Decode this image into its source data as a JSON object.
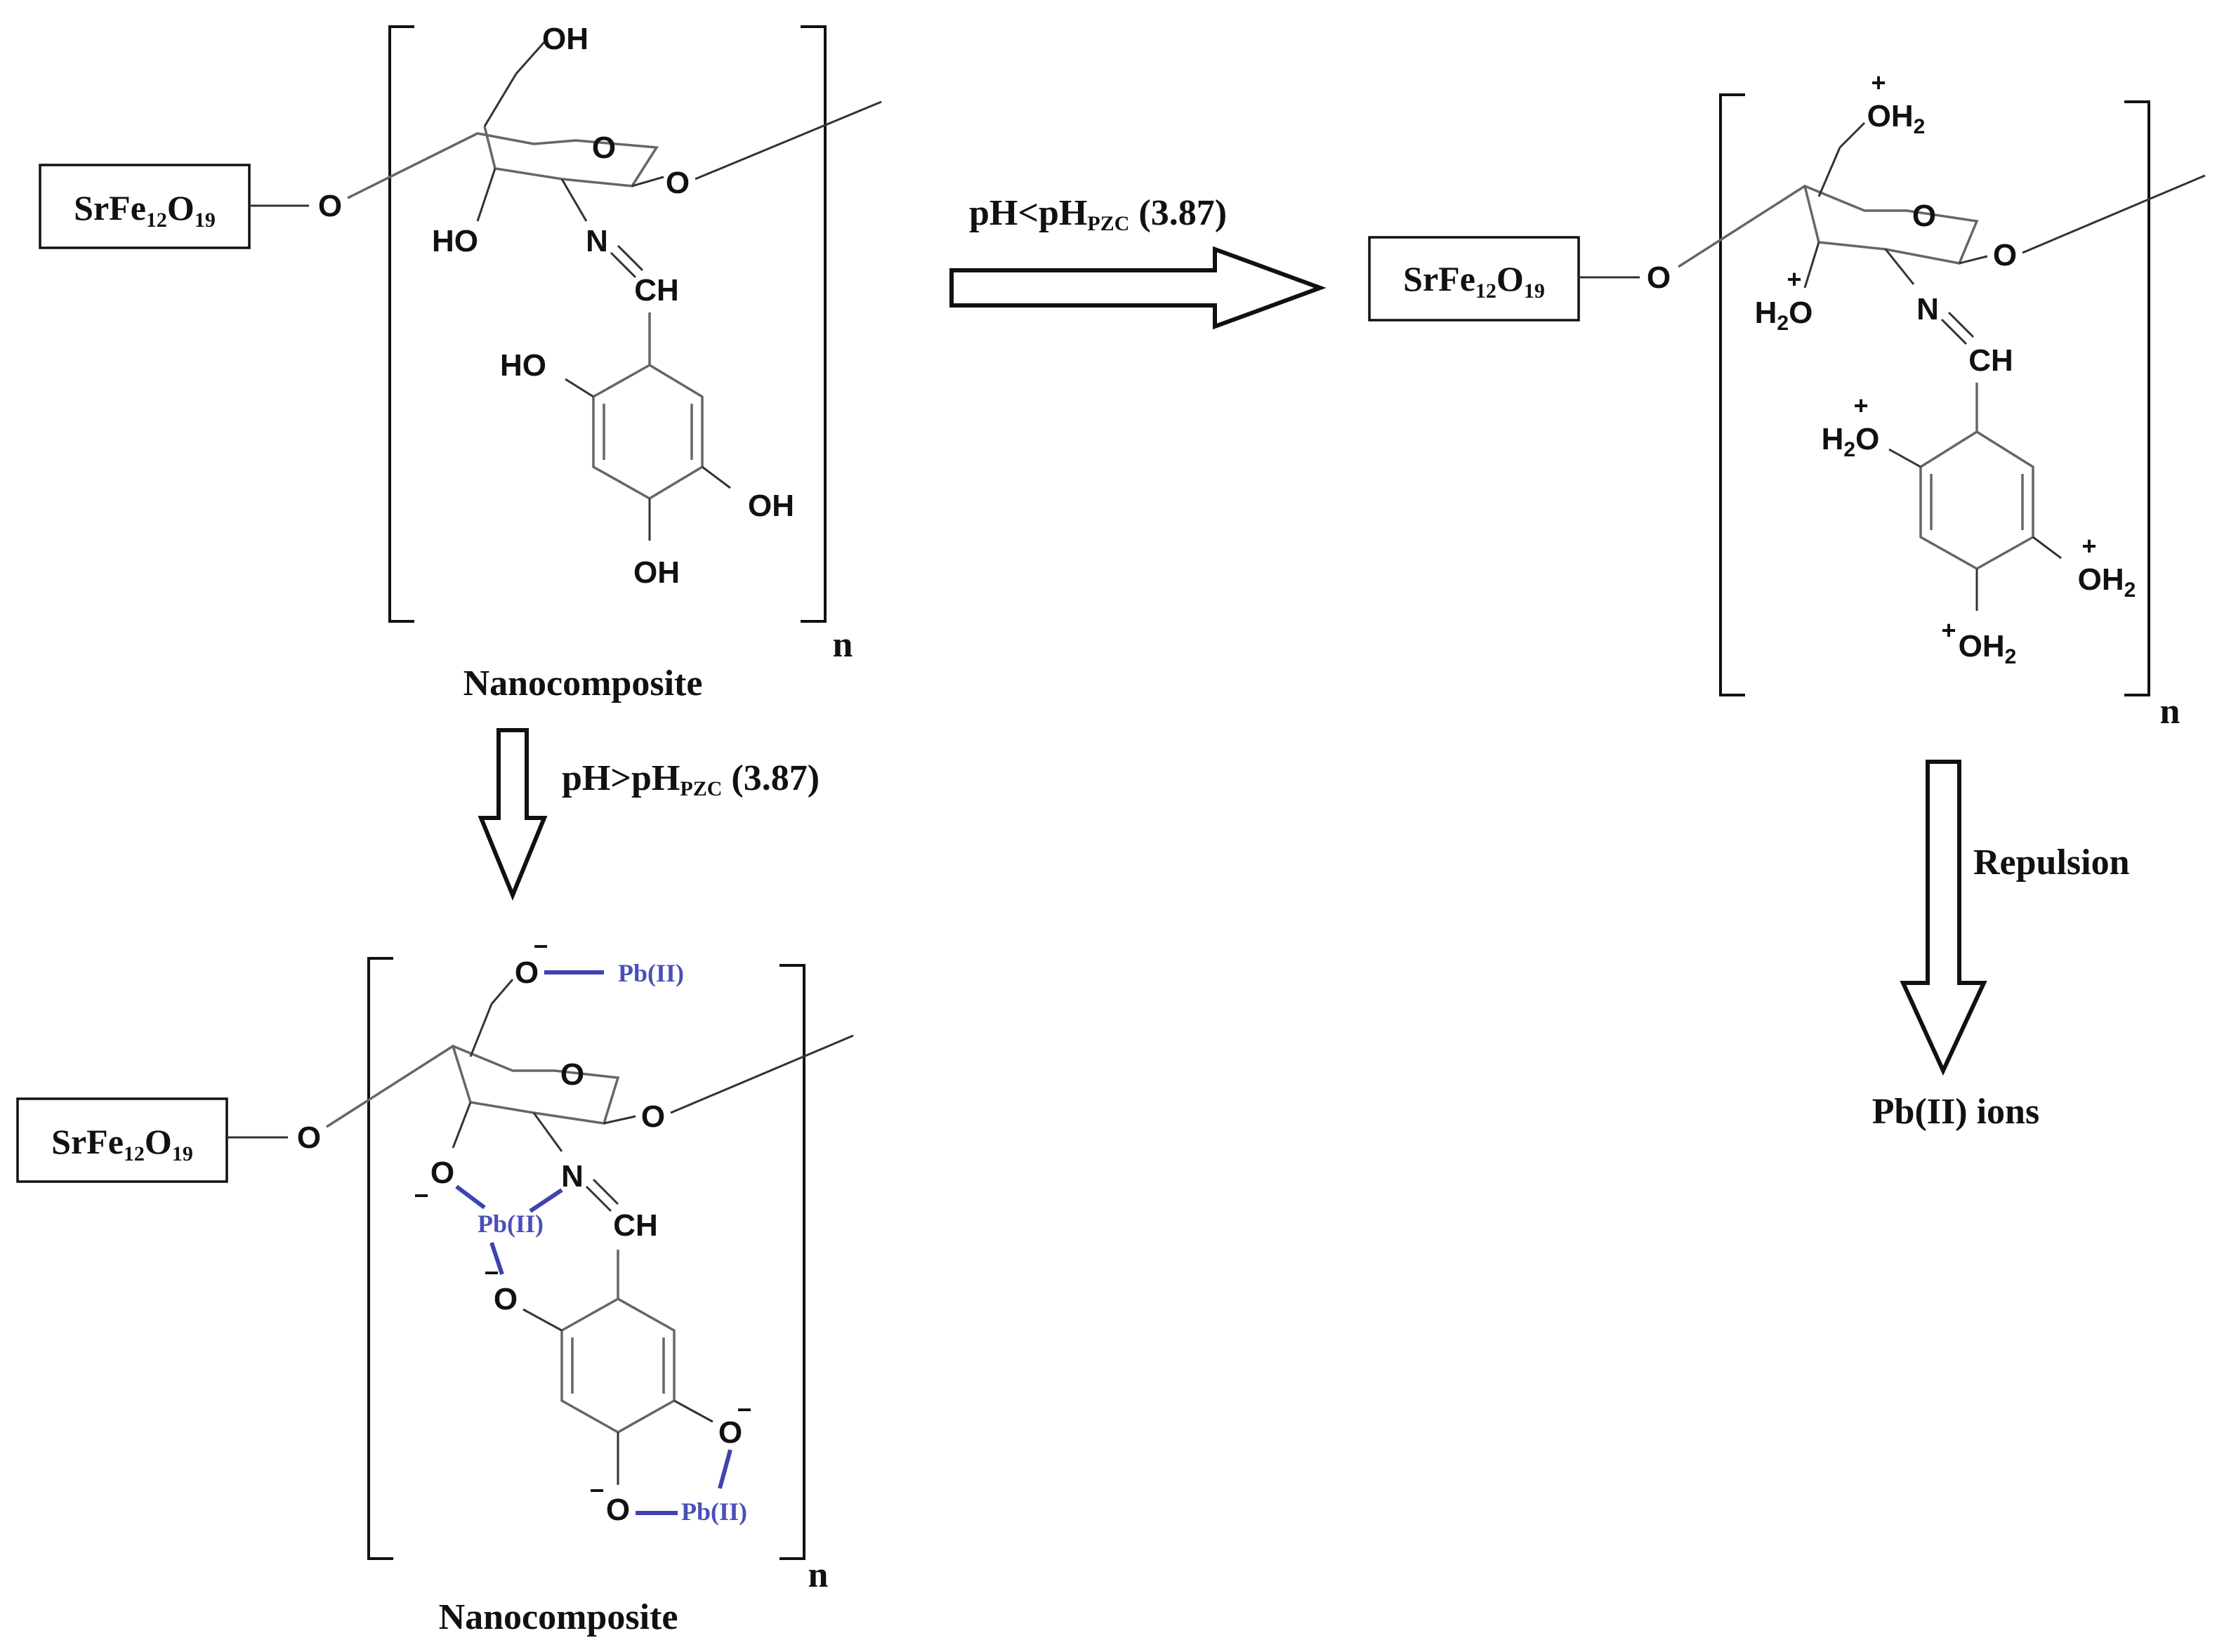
{
  "core": {
    "name": "SrFe",
    "sub1": "12",
    "mid": "O",
    "sub2": "19"
  },
  "captions": {
    "top_left": "Nanocomposite",
    "bottom_left": "Nanocomposite",
    "right_product": "Pb(II) ions"
  },
  "conditions": {
    "acid": {
      "pre": "pH<pH",
      "sub": "PZC",
      "post": " (3.87)"
    },
    "base": {
      "pre": "pH>pH",
      "sub": "PZC",
      "post": " (3.87)"
    },
    "repulsion": "Repulsion"
  },
  "atoms": {
    "O": "O",
    "OH": "OH",
    "HO": "HO",
    "N": "N",
    "CH": "CH",
    "n": "n",
    "H": "H",
    "O_sub": "2",
    "H2_sub": "2"
  },
  "charges": {
    "plus": "+",
    "minus": "−"
  },
  "lead": {
    "label": "Pb(II)"
  }
}
